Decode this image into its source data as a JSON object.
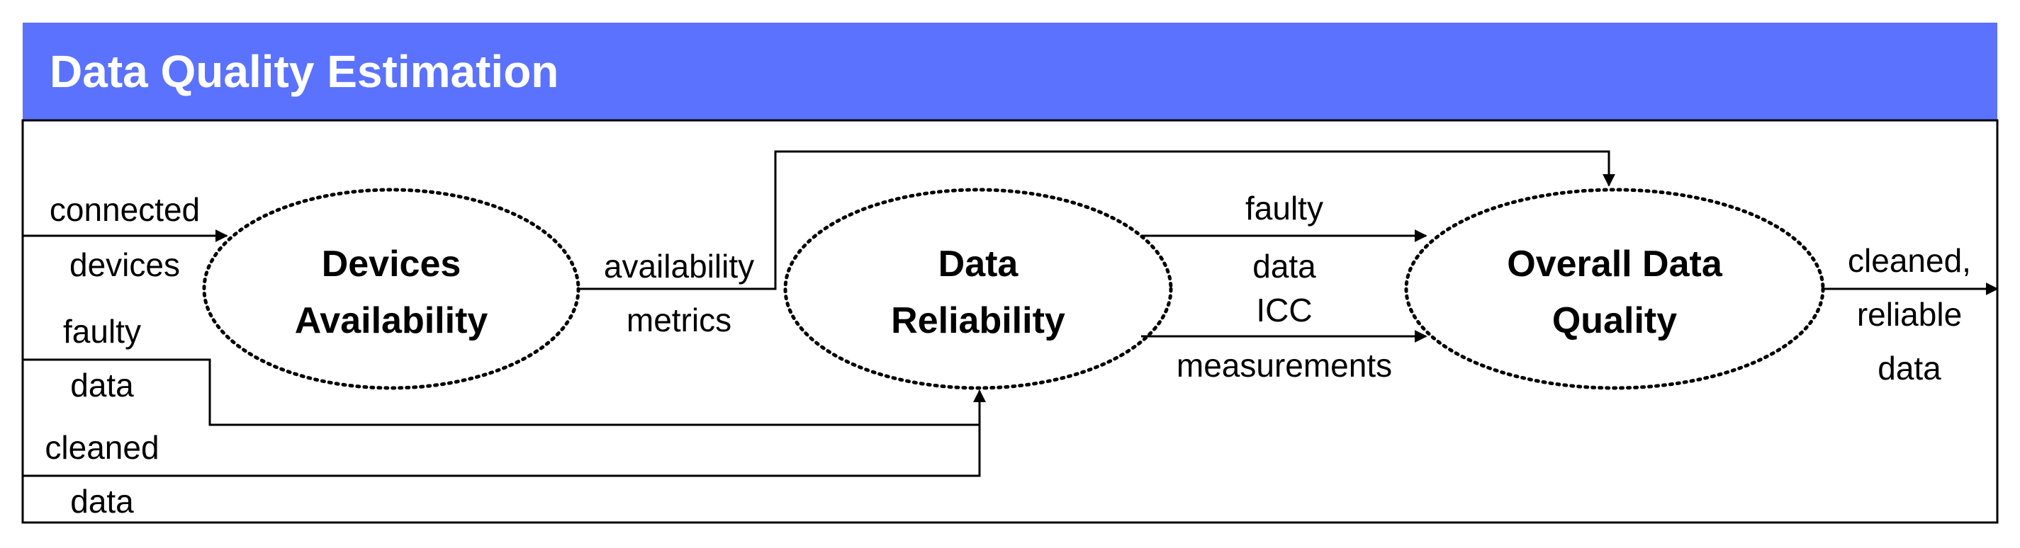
{
  "header": {
    "title": "Data Quality Estimation",
    "color": "#5a72fe"
  },
  "nodes": {
    "devices_availability": {
      "line1": "Devices",
      "line2": "Availability"
    },
    "data_reliability": {
      "line1": "Data",
      "line2": "Reliability"
    },
    "overall_data_quality": {
      "line1": "Overall Data",
      "line2": "Quality"
    }
  },
  "labels": {
    "connected_devices": {
      "line1": "connected",
      "line2": "devices"
    },
    "faulty_data_in": {
      "line1": "faulty",
      "line2": "data"
    },
    "cleaned_data_in": {
      "line1": "cleaned",
      "line2": "data"
    },
    "availability_metrics": {
      "line1": "availability",
      "line2": "metrics"
    },
    "faulty_data_out": {
      "line1": "faulty",
      "line2": "data"
    },
    "icc_measurements": {
      "line1": "ICC",
      "line2": "measurements"
    },
    "output": {
      "line1": "cleaned,",
      "line2": "reliable",
      "line3": "data"
    }
  }
}
